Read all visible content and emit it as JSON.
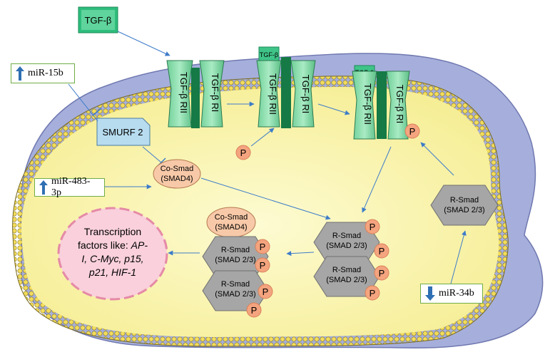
{
  "ligand": "TGF-β",
  "receptors": {
    "type2": "TGF-β RII",
    "type1": "TGF-β RI",
    "type1_short": "TGF-β  RI",
    "type2_short": "TGF-β  RII",
    "bound_ligand": "TGF-β"
  },
  "phosphate": "P",
  "smurf2": "SMURF 2",
  "co_smad": {
    "line1": "Co-Smad",
    "line2": "(SMAD4)"
  },
  "r_smad": {
    "line1": "R-Smad",
    "line2": "(SMAD 2/3)"
  },
  "mirnas": {
    "mir15b": {
      "label": "miR-15b",
      "direction": "up"
    },
    "mir483": {
      "label": "miR-483-3p",
      "direction": "up"
    },
    "mir34b": {
      "label": "miR-34b",
      "direction": "down"
    }
  },
  "transcription": {
    "line1": "Transcription",
    "line2a": "factors like: ",
    "line2b": "AP-",
    "line3": "I, C-Myc, p15,",
    "line4": "p21, HIF-1"
  },
  "colors": {
    "membrane": "#9ea8d8",
    "cytoplasm": "#fbf7b8",
    "receptor": "#7fd9a8",
    "receptor_dark": "#1e9a5a",
    "phosphate": "#f4a47e",
    "r_smad": "#a6a6a6",
    "co_smad": "#f8c9a8",
    "smurf": "#b7dcef",
    "arrow": "#3d7cc9",
    "nucleus": "#f9d0dc"
  }
}
